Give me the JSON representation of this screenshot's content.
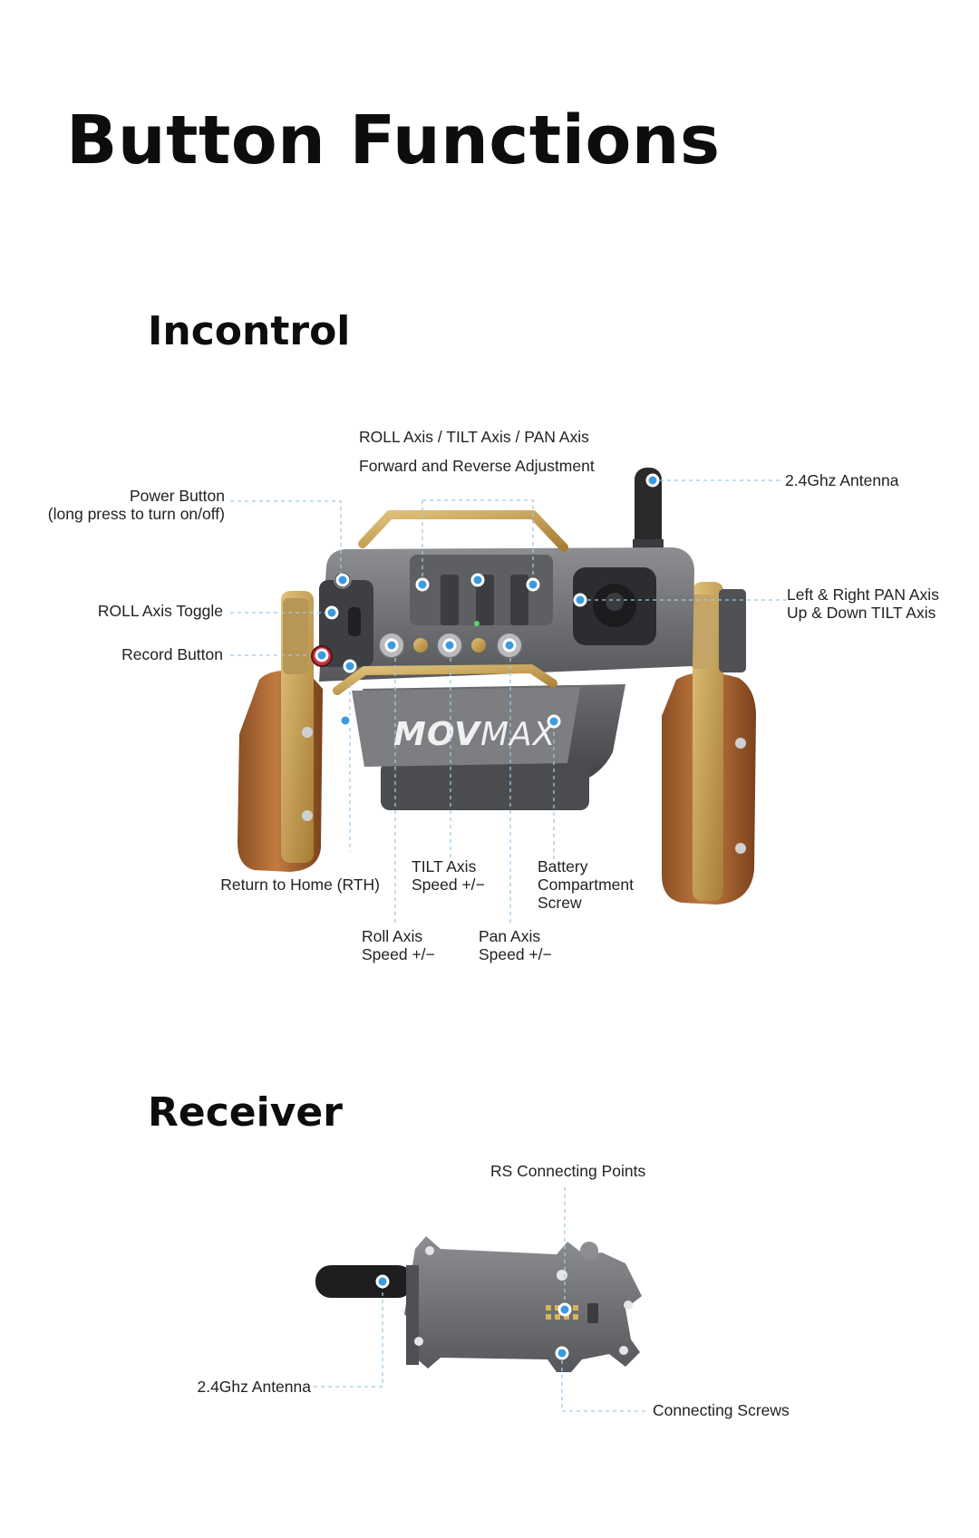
{
  "page": {
    "title": "Button Functions"
  },
  "incontrol": {
    "heading": "Incontrol",
    "brand_logo": "MOVMAX",
    "labels": {
      "axes_line1": "ROLL Axis / TILT Axis / PAN Axis",
      "axes_line2": "Forward and Reverse Adjustment",
      "antenna": "2.4Ghz Antenna",
      "power_line1": "Power Button",
      "power_line2": "(long press to turn on/off)",
      "roll_toggle": "ROLL Axis Toggle",
      "record": "Record Button",
      "pan_tilt_line1": "Left & Right PAN Axis",
      "pan_tilt_line2": "Up & Down TILT Axis",
      "rth": "Return to Home (RTH)",
      "tilt_speed_line1": "TILT Axis",
      "tilt_speed_line2": "Speed +/−",
      "battery_line1": "Battery",
      "battery_line2": "Compartment",
      "battery_line3": "Screw",
      "roll_speed_line1": "Roll Axis",
      "roll_speed_line2": "Speed +/−",
      "pan_speed_line1": "Pan Axis",
      "pan_speed_line2": "Speed +/−"
    }
  },
  "receiver": {
    "heading": "Receiver",
    "labels": {
      "rs_points": "RS Connecting Points",
      "antenna": "2.4Ghz Antenna",
      "screws": "Connecting Screws"
    }
  },
  "colors": {
    "marker": "#3b9be0",
    "leader_line": "#9fc9e6",
    "metal": "#6f7175",
    "wood": "#b5703a",
    "brass": "#c9a052"
  }
}
